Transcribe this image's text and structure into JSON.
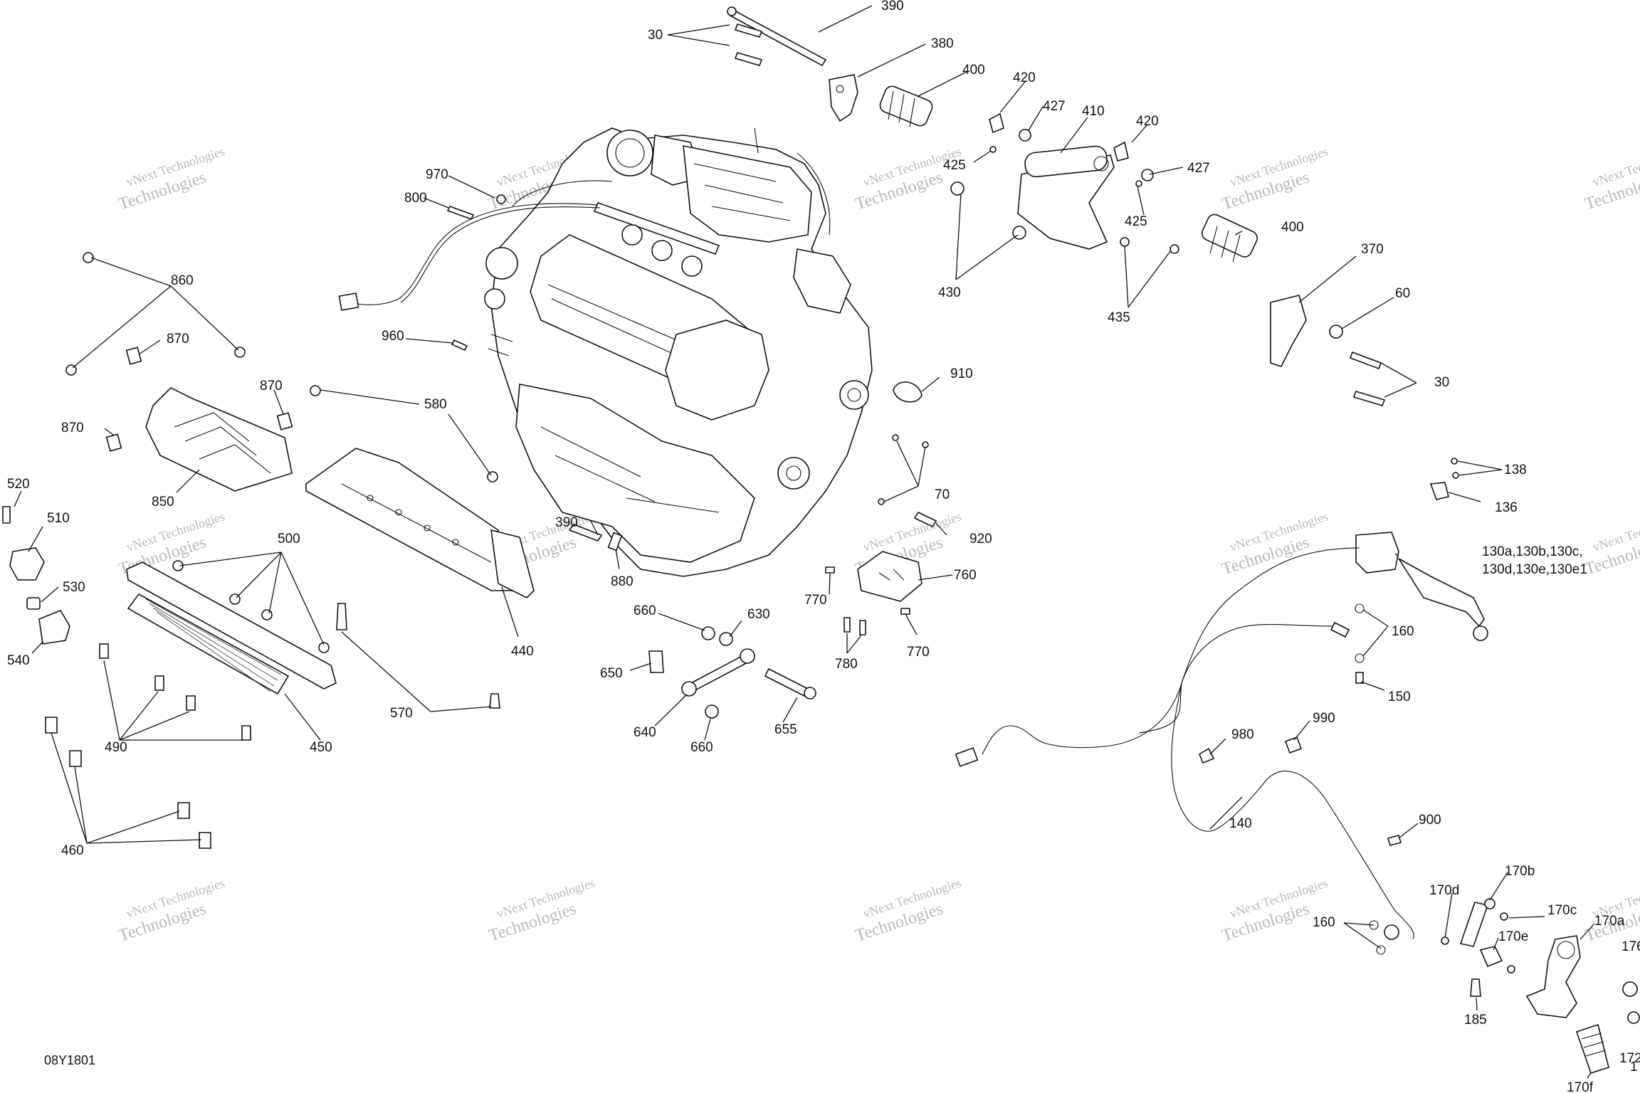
{
  "figure_code": "08Y1801",
  "watermark": {
    "line1": "vNext Technologies",
    "line2": "Technologies"
  },
  "callouts": {
    "c390a": "390",
    "c30a": "30",
    "c380": "380",
    "c400a": "400",
    "c420a": "420",
    "c427a": "427",
    "c410": "410",
    "c420b": "420",
    "c425a": "425",
    "c427b": "427",
    "c425b": "425",
    "c970": "970",
    "c800": "800",
    "c860": "860",
    "c870a": "870",
    "c870b": "870",
    "c870c": "870",
    "c850": "850",
    "c960": "960",
    "c580": "580",
    "c430": "430",
    "c435": "435",
    "c400b": "400",
    "c370": "370",
    "c60": "60",
    "c30b": "30",
    "c910": "910",
    "c138": "138",
    "c136": "136",
    "c70": "70",
    "c920": "920",
    "c520": "520",
    "c510": "510",
    "c530": "530",
    "c540": "540",
    "c500": "500",
    "c390b": "390",
    "c880": "880",
    "c440": "440",
    "c760": "760",
    "c770a": "770",
    "c780": "780",
    "c770b": "770",
    "c130a": "130a,130b,130c,",
    "c130b": "130d,130e,130e1",
    "c160a": "160",
    "c150": "150",
    "c660a": "660",
    "c630": "630",
    "c650": "650",
    "c640": "640",
    "c660b": "660",
    "c655": "655",
    "c570": "570",
    "c490": "490",
    "c450": "450",
    "c460": "460",
    "c980": "980",
    "c990": "990",
    "c140": "140",
    "c900": "900",
    "c170b": "170b",
    "c170d": "170d",
    "c170c": "170c",
    "c170a": "170a",
    "c160b": "160",
    "c170e": "170e",
    "c185": "185",
    "c170f": "170f",
    "c176": "176",
    "c172": "172",
    "c1x": "1"
  }
}
